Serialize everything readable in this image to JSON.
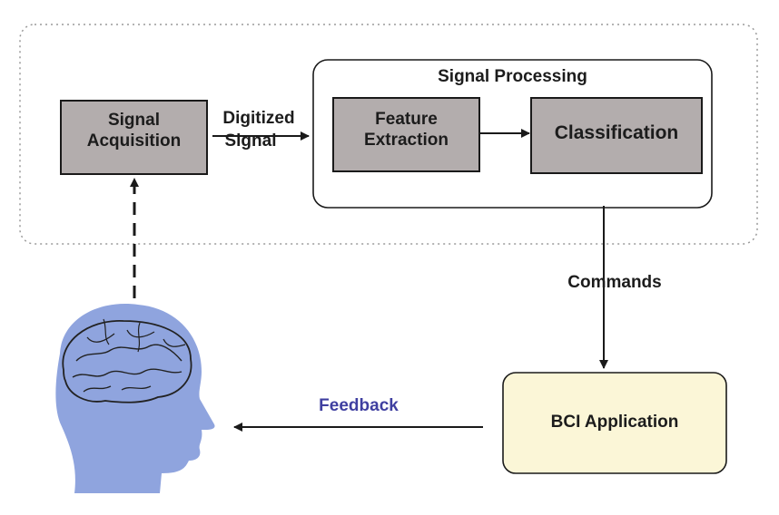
{
  "labels": {
    "signal_acquisition_line1": "Signal",
    "signal_acquisition_line2": "Acquisition",
    "digitized_line1": "Digitized",
    "digitized_line2": "Signal",
    "signal_processing": "Signal Processing",
    "feature_extraction_line1": "Feature",
    "feature_extraction_line2": "Extraction",
    "classification": "Classification",
    "commands": "Commands",
    "bci_application": "BCI Application",
    "feedback": "Feedback"
  },
  "colors": {
    "module_fill": "#b3adad",
    "application_fill": "#fbf6d7",
    "feedback_text": "#3f3fa0",
    "head_fill": "#8fa4de",
    "line": "#1a1a1a"
  }
}
